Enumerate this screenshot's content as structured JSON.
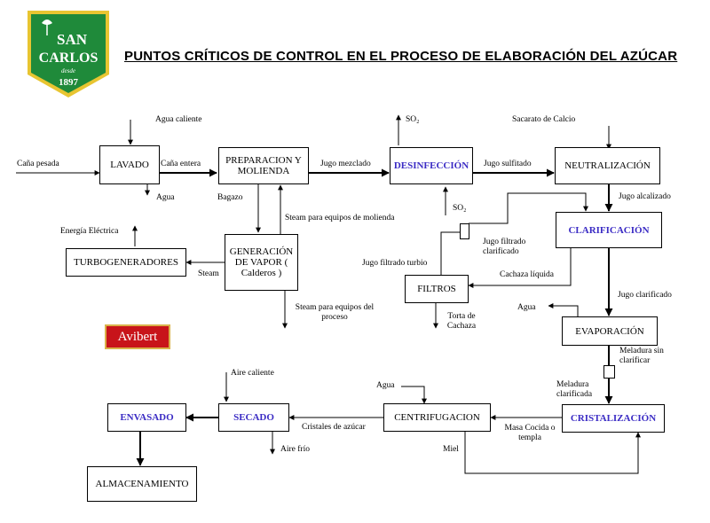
{
  "title": "PUNTOS CRÍTICOS DE CONTROL EN EL PROCESO DE ELABORACIÓN DEL AZÚCAR",
  "logo": {
    "line1": "SAN",
    "line2": "CARLOS",
    "line3": "desde",
    "line4": "1897",
    "bg_color": "#1f8a3a",
    "frame_color": "#e8c531"
  },
  "badge": {
    "text": "Avibert"
  },
  "ccp_color": "#3a2bc4",
  "nodes": {
    "lavado": "LAVADO",
    "preparacion": "PREPARACION Y MOLIENDA",
    "desinfeccion": "DESINFECCIÓN",
    "neutralizacion": "NEUTRALIZACIÓN",
    "clarificacion": "CLARIFICACIÓN",
    "turbogeneradores": "TURBOGENERADORES",
    "generacion": "GENERACIÓN DE VAPOR ( Calderos )",
    "filtros": "FILTROS",
    "evaporacion": "EVAPORACIÓN",
    "envasado": "ENVASADO",
    "secado": "SECADO",
    "centrifugacion": "CENTRIFUGACION",
    "cristalizacion": "CRISTALIZACIÓN",
    "almacenamiento": "ALMACENAMIENTO"
  },
  "labels": {
    "agua_caliente": "Agua caliente",
    "cana_pesada": "Caña pesada",
    "cana_entera": "Caña entera",
    "agua_lavado": "Agua",
    "bagazo": "Bagazo",
    "jugo_mezclado": "Jugo mezclado",
    "so2_top": "SO₂",
    "jugo_sulfitado": "Jugo sulfitado",
    "sacarato": "Sacarato de Calcio",
    "jugo_alcalizado": "Jugo alcalizado",
    "so2_mid": "SO₂",
    "energia": "Energía Eléctrica",
    "steam_molienda": "Steam para equipos de molienda",
    "jugo_filtrado_clarificado": "Jugo filtrado clarificado",
    "jugo_filtrado_turbio": "Jugo filtrado turbio",
    "cachaza_liquida": "Cachaza líquida",
    "steam": "Steam",
    "jugo_clarificado": "Jugo clarificado",
    "agua_evap": "Agua",
    "steam_proceso": "Steam para equipos del proceso",
    "torta_cachaza": "Torta de Cachaza",
    "meladura_sin": "Meladura sin clarificar",
    "aire_caliente": "Aire caliente",
    "agua_centrif": "Agua",
    "meladura_clar": "Meladura clarificada",
    "cristales": "Cristales de azúcar",
    "masa_cocida": "Masa Cocida o templa",
    "aire_frio": "Aire frío",
    "miel": "Miel"
  }
}
